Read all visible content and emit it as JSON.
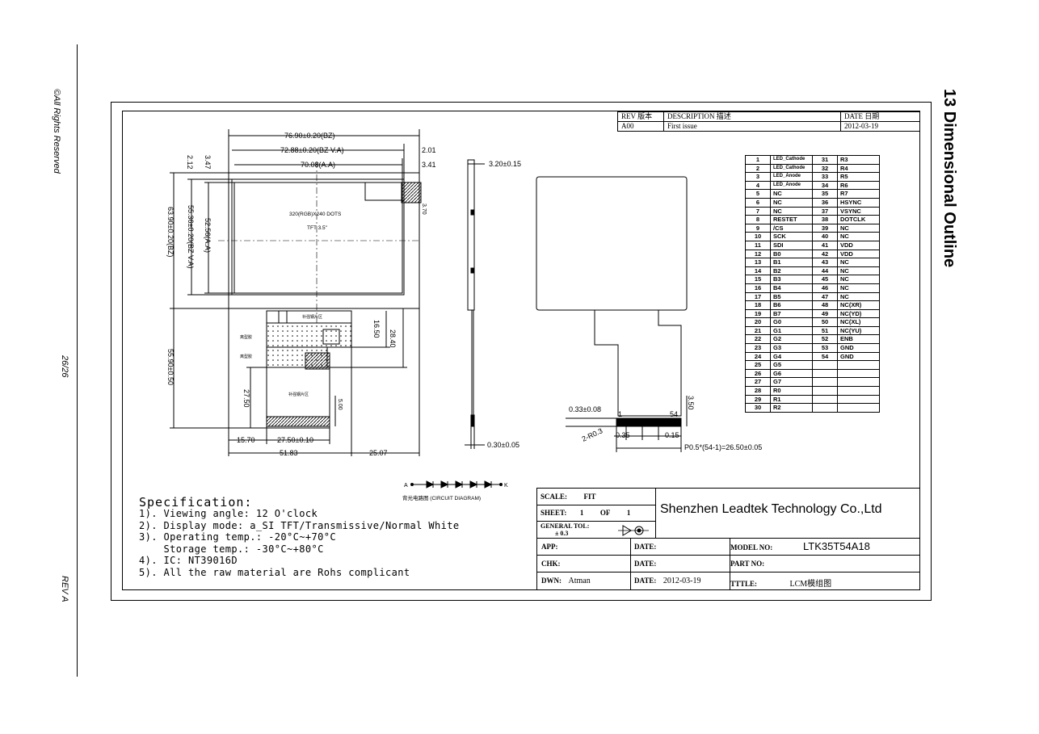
{
  "side_text": {
    "rights": "©All Rights Reserved",
    "page": "26/26",
    "rev": "REV A"
  },
  "heading": "13 Dimensional Outline",
  "revision_table": {
    "headers": [
      "REV 版本",
      "DESCRIPTION 描述",
      "DATE 日期"
    ],
    "rows": [
      [
        "A00",
        "First issue",
        "2012-03-19"
      ]
    ]
  },
  "dimensions": {
    "bz_width": "76.90±0.20(BZ)",
    "va_width": "72.88±0.20(BZ V.A)",
    "aa_width": "70.08(A.A)",
    "right_off_1": "2.01",
    "right_off_2": "3.41",
    "left_off_1": "2.12",
    "left_off_2": "3.47",
    "bz_height": "63.90±0.20(BZ)",
    "va_height": "55.36±0.20(BZ V.A)",
    "aa_height": "52.56(A.A)",
    "corner_dim": "3.70",
    "fpc_16": "16.50",
    "fpc_28": "28.40",
    "fpc_55": "55.90±0.50",
    "fpc_27": "27.50",
    "fpc_5": "5.00",
    "bot_15": "15.70",
    "bot_27": "27.50±0.10",
    "bot_51": "51.83",
    "bot_25": "25.07",
    "thickness": "3.20±0.15",
    "fpc_thk": "0.30±0.05",
    "pad_033": "0.33±0.08",
    "pad_350": "3.50",
    "pad_035": "0.35",
    "pad_015": "0.15",
    "pad_pitch": "P0.5*(54-1)=26.50±0.05",
    "pad_hole": "2-R0.3",
    "pin_1": "1",
    "pin_54": "54",
    "panel_text_1": "320(RGB)X240 DOTS",
    "panel_text_2": "TFT 3.5\"",
    "fpc_label_1": "补强钢片区",
    "fpc_label_2": "补强钢片区",
    "fpc_label_3": "离型胶",
    "fpc_label_4": "离型胶"
  },
  "circuit": {
    "a": "A",
    "k": "K",
    "caption": "背光电路图 (CIRCUIT DIAGRAM)"
  },
  "pins": [
    [
      "1",
      "LED_Cathode",
      "31",
      "R3"
    ],
    [
      "2",
      "LED_Cathode",
      "32",
      "R4"
    ],
    [
      "3",
      "LED_Anode",
      "33",
      "R5"
    ],
    [
      "4",
      "LED_Anode",
      "34",
      "R6"
    ],
    [
      "5",
      "NC",
      "35",
      "R7"
    ],
    [
      "6",
      "NC",
      "36",
      "HSYNC"
    ],
    [
      "7",
      "NC",
      "37",
      "VSYNC"
    ],
    [
      "8",
      "RESTET",
      "38",
      "DOTCLK"
    ],
    [
      "9",
      "/CS",
      "39",
      "NC"
    ],
    [
      "10",
      "SCK",
      "40",
      "NC"
    ],
    [
      "11",
      "SDI",
      "41",
      "VDD"
    ],
    [
      "12",
      "B0",
      "42",
      "VDD"
    ],
    [
      "13",
      "B1",
      "43",
      "NC"
    ],
    [
      "14",
      "B2",
      "44",
      "NC"
    ],
    [
      "15",
      "B3",
      "45",
      "NC"
    ],
    [
      "16",
      "B4",
      "46",
      "NC"
    ],
    [
      "17",
      "B5",
      "47",
      "NC"
    ],
    [
      "18",
      "B6",
      "48",
      "NC(XR)"
    ],
    [
      "19",
      "B7",
      "49",
      "NC(YD)"
    ],
    [
      "20",
      "G0",
      "50",
      "NC(XL)"
    ],
    [
      "21",
      "G1",
      "51",
      "NC(YU)"
    ],
    [
      "22",
      "G2",
      "52",
      "ENB"
    ],
    [
      "23",
      "G3",
      "53",
      "GND"
    ],
    [
      "24",
      "G4",
      "54",
      "GND"
    ],
    [
      "25",
      "G5",
      "",
      ""
    ],
    [
      "26",
      "G6",
      "",
      ""
    ],
    [
      "27",
      "G7",
      "",
      ""
    ],
    [
      "28",
      "R0",
      "",
      ""
    ],
    [
      "29",
      "R1",
      "",
      ""
    ],
    [
      "30",
      "R2",
      "",
      ""
    ]
  ],
  "spec": {
    "title": "Specification:",
    "lines": [
      "1). Viewing angle: 12 O'clock",
      "2). Display mode: a_SI TFT/Transmissive/Normal White",
      "3). Operating temp.: -20°C~+70°C",
      "    Storage temp.: -30°C~+80°C",
      "4). IC: NT39016D",
      "5). All the raw material are Rohs complicant"
    ]
  },
  "title_block": {
    "scale_label": "SCALE:",
    "scale_value": "FIT",
    "sheet_label": "SHEET:",
    "sheet_value": "1",
    "sheet_of": "OF",
    "sheet_total": "1",
    "tol_label": "GENERAL TOL:",
    "tol_value": "± 0.3",
    "company": "Shenzhen Leadtek Technology Co.,Ltd",
    "app_label": "APP:",
    "chk_label": "CHK:",
    "dwn_label": "DWN:",
    "dwn_value": "Atman",
    "date_label_1": "DATE:",
    "date_label_2": "DATE:",
    "date_label_3": "DATE:",
    "date_value": "2012-03-19",
    "model_label": "MODEL NO:",
    "model_value": "LTK35T54A18",
    "part_label": "PART NO:",
    "title_label": "TTTLE:",
    "title_value": "LCM模组图"
  }
}
